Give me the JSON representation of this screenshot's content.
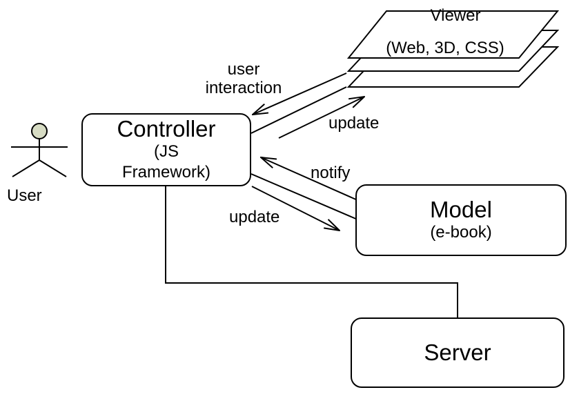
{
  "user": {
    "label": "User"
  },
  "controller": {
    "title": "Controller",
    "line1": "(JS",
    "line2": "Framework)"
  },
  "viewer": {
    "title": "Viewer",
    "subtitle": "(Web, 3D, CSS)"
  },
  "model": {
    "title": "Model",
    "subtitle": "(e-book)"
  },
  "server": {
    "title": "Server"
  },
  "edges": {
    "user_interaction_line1": "user",
    "user_interaction_line2": "interaction",
    "update_viewer": "update",
    "notify": "notify",
    "update_model": "update"
  },
  "colors": {
    "actor_head": "#d7dcc4",
    "stroke": "#000000",
    "background": "#ffffff"
  }
}
